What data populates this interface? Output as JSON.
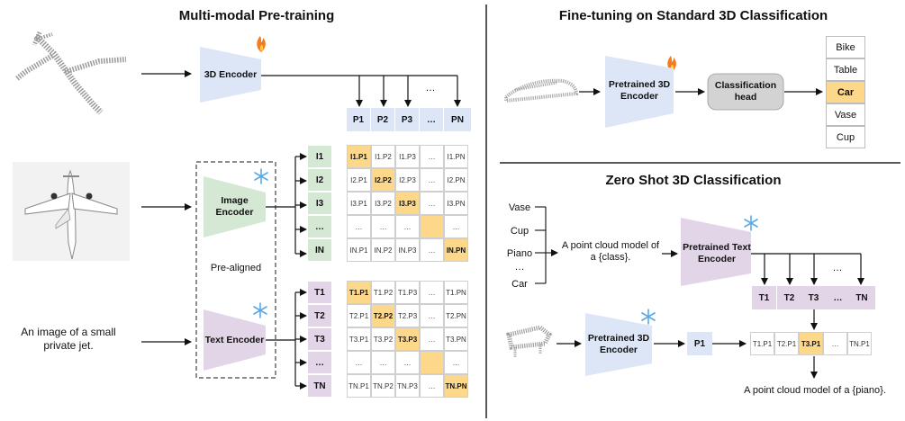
{
  "titles": {
    "pretrain": "Multi-modal Pre-training",
    "finetune": "Fine-tuning on Standard 3D Classification",
    "zeroshot": "Zero Shot 3D Classification"
  },
  "pretrain": {
    "encoder_3d": "3D Encoder",
    "image_encoder": "Image Encoder",
    "text_encoder": "Text Encoder",
    "pre_aligned": "Pre-aligned",
    "caption": "An image of a small private jet.",
    "point_tokens": [
      "P1",
      "P2",
      "P3",
      "…",
      "PN"
    ],
    "image_tokens": [
      "I1",
      "I2",
      "I3",
      "…",
      "IN"
    ],
    "text_tokens": [
      "T1",
      "T2",
      "T3",
      "…",
      "TN"
    ],
    "dots_top": "…",
    "image_matrix": [
      [
        "I1.P1",
        "I1.P2",
        "I1.P3",
        "…",
        "I1.PN"
      ],
      [
        "I2.P1",
        "I2.P2",
        "I2.P3",
        "…",
        "I2.PN"
      ],
      [
        "I3.P1",
        "I3.P2",
        "I3.P3",
        "…",
        "I3.PN"
      ],
      [
        "…",
        "…",
        "…",
        "",
        "…"
      ],
      [
        "IN.P1",
        "IN.P2",
        "IN.P3",
        "…",
        "IN.PN"
      ]
    ],
    "text_matrix": [
      [
        "T1.P1",
        "T1.P2",
        "T1.P3",
        "…",
        "T1.PN"
      ],
      [
        "T2.P1",
        "T2.P2",
        "T2.P3",
        "…",
        "T2.PN"
      ],
      [
        "T3.P1",
        "T3.P2",
        "T3.P3",
        "…",
        "T3.PN"
      ],
      [
        "…",
        "…",
        "…",
        "",
        "…"
      ],
      [
        "TN.P1",
        "TN.P2",
        "TN.P3",
        "…",
        "TN.PN"
      ]
    ]
  },
  "finetune": {
    "encoder": "Pretrained 3D Encoder",
    "head": "Classification head",
    "classes": [
      "Bike",
      "Table",
      "Car",
      "Vase",
      "Cup"
    ],
    "selected": "Car"
  },
  "zeroshot": {
    "classes": [
      "Vase",
      "Cup",
      "Piano",
      "…",
      "Car"
    ],
    "template": "A point cloud model of a {class}.",
    "text_encoder": "Pretrained Text Encoder",
    "encoder_3d": "Pretrained 3D Encoder",
    "text_tokens": [
      "T1",
      "T2",
      "T3",
      "…",
      "TN"
    ],
    "dots_top": "…",
    "point_token": "P1",
    "scores": [
      "T1.P1",
      "T2.P1",
      "T3.P1",
      "…",
      "TN.P1"
    ],
    "result": "A point cloud model of a {piano}."
  },
  "colors": {
    "blue": "#dce6f7",
    "green": "#d5e8d4",
    "purple": "#e1d5e7",
    "orange": "#fdd88a",
    "gray": "#d3d3d3"
  }
}
